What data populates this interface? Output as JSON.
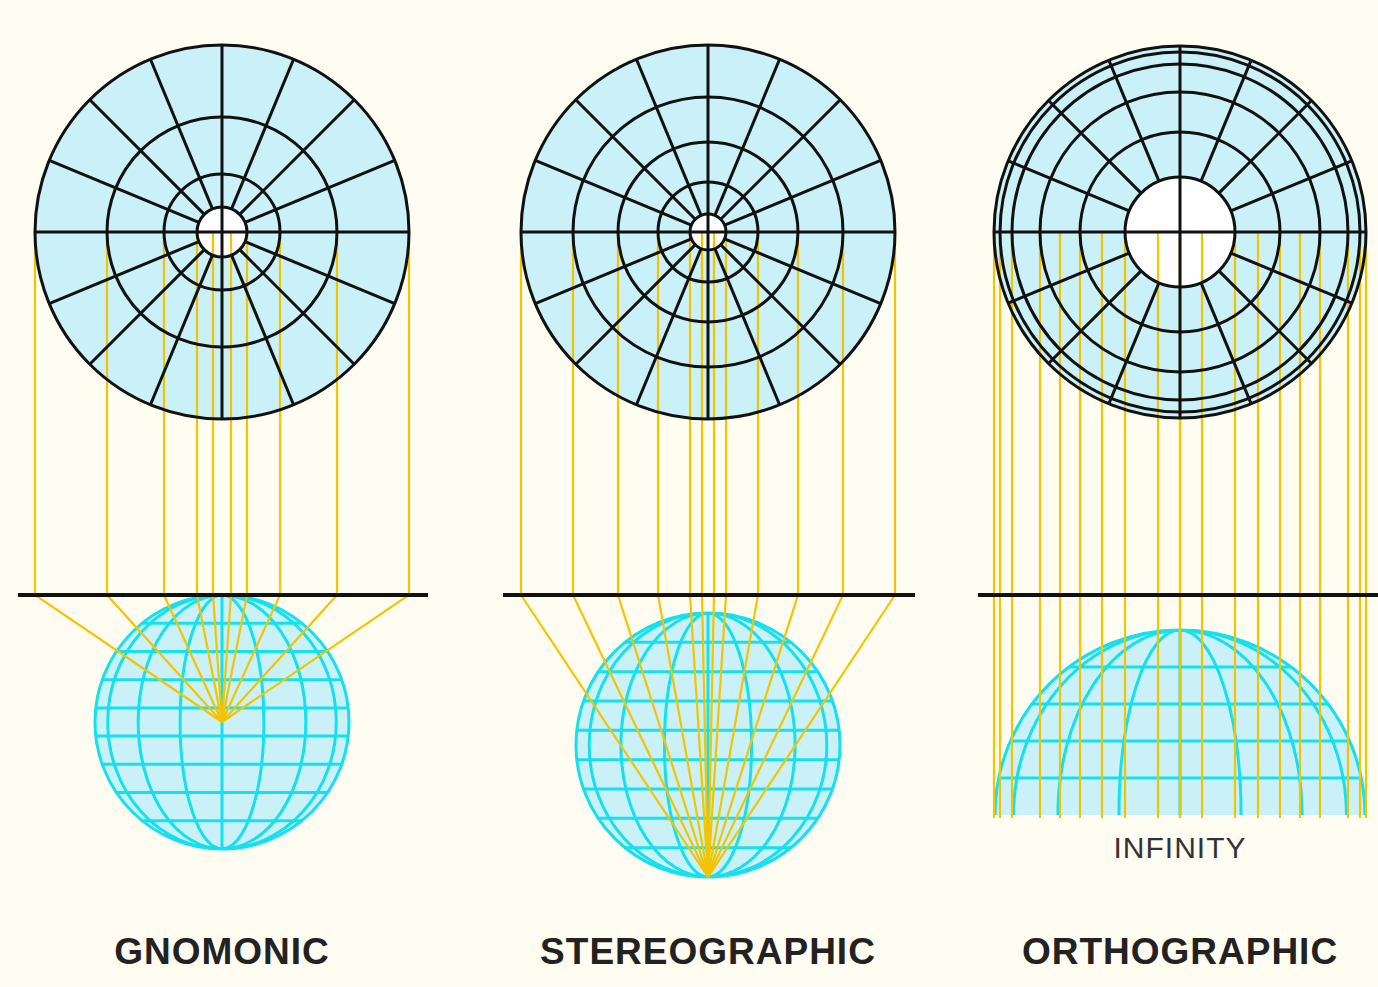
{
  "diagram": {
    "labels": [
      "INFINITY",
      "GNOMONIC",
      "STEREOGRAPHIC",
      "ORTHOGRAPHIC"
    ]
  }
}
